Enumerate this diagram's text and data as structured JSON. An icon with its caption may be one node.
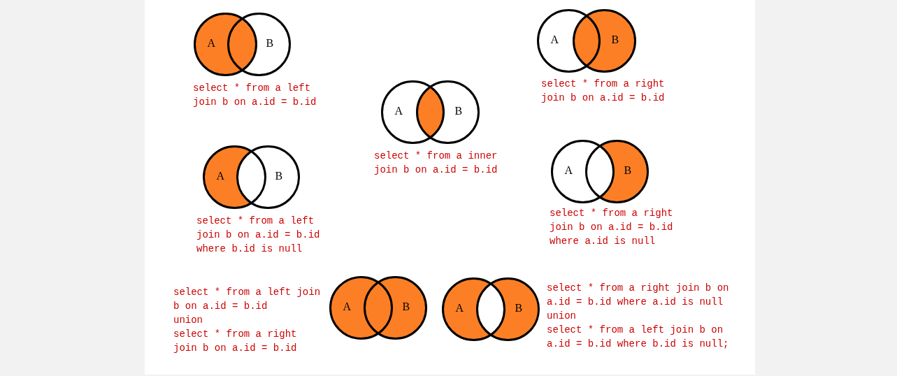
{
  "diagram": {
    "nodes": [
      {
        "text": [
          "A"
        ]
      },
      {
        "text": [
          "B"
        ]
      },
      {
        "text": [
          "A"
        ]
      },
      {
        "text": [
          "B"
        ]
      },
      {
        "text": [
          "A"
        ]
      },
      {
        "text": [
          "B"
        ]
      },
      {
        "text": [
          "A"
        ]
      },
      {
        "text": [
          "B"
        ]
      },
      {
        "text": [
          "A"
        ]
      },
      {
        "text": [
          "B"
        ]
      },
      {
        "text": [
          "A"
        ]
      },
      {
        "text": [
          "B"
        ]
      },
      {
        "text": [
          "A"
        ]
      },
      {
        "text": [
          "B"
        ]
      }
    ],
    "labels": [
      "select * from a left join b on a.id = b.id",
      "select * from a right join b on a.id = b.id",
      "select * from a inner join b on a.id = b.id",
      "select * from a left join b on a.id = b.id where b.id is null",
      "select * from a right join b on a.id = b.id where a.id is null",
      "select * from a left join b on a.id = b.id",
      "union",
      "select * from a right join b on a.id = b.id",
      "select * from a right join b on a.id = b.id where a.id is null",
      "union",
      "select * from a left join b on a.id = b.id where b.id is null;"
    ]
  }
}
